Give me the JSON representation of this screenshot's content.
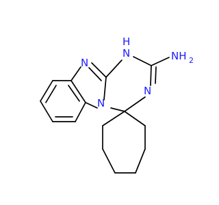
{
  "colors": {
    "background": "#ffffff",
    "bond": "#000000",
    "heteroatom": "#1a1aff"
  },
  "atoms": {
    "N_imine": {
      "text": "N"
    },
    "NH_ring": {
      "text": "H"
    },
    "NH_ring_n": {
      "text": "N"
    },
    "NH2_n": {
      "text": "NH"
    },
    "NH2_sub": {
      "text": "2"
    },
    "N_lower": {
      "text": "N"
    },
    "N_bridge": {
      "text": "N"
    }
  }
}
